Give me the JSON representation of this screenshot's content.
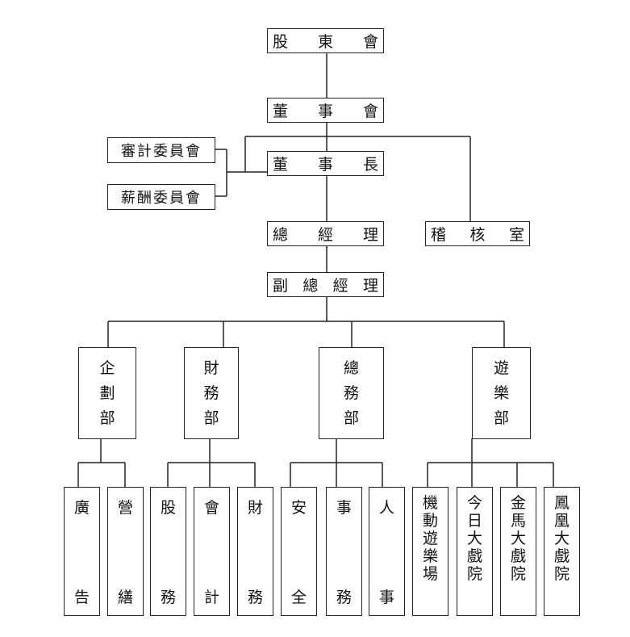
{
  "org": {
    "shareholders": [
      "股",
      "東",
      "會"
    ],
    "board": [
      "董",
      "事",
      "會"
    ],
    "audit_committee": "審計委員會",
    "remuneration_committee": "薪酬委員會",
    "chairman": [
      "董",
      "事",
      "長"
    ],
    "general_manager": [
      "總",
      "經",
      "理"
    ],
    "audit_office": [
      "稽",
      "核",
      "室"
    ],
    "deputy_gm": [
      "副",
      "總",
      "經",
      "理"
    ],
    "departments": [
      {
        "name": [
          "企",
          "劃",
          "部"
        ],
        "units": [
          [
            "廣",
            "告"
          ],
          [
            "營",
            "繕"
          ]
        ]
      },
      {
        "name": [
          "財",
          "務",
          "部"
        ],
        "units": [
          [
            "股",
            "務"
          ],
          [
            "會",
            "計"
          ],
          [
            "財",
            "務"
          ]
        ]
      },
      {
        "name": [
          "總",
          "務",
          "部"
        ],
        "units": [
          [
            "安",
            "全"
          ],
          [
            "事",
            "務"
          ],
          [
            "人",
            "事"
          ]
        ]
      },
      {
        "name": [
          "遊",
          "樂",
          "部"
        ],
        "units": [
          [
            "機",
            "動",
            "遊",
            "樂",
            "場"
          ],
          [
            "今",
            "日",
            "大",
            "戲",
            "院"
          ],
          [
            "金",
            "馬",
            "大",
            "戲",
            "院"
          ],
          [
            "鳳",
            "凰",
            "大",
            "戲",
            "院"
          ]
        ]
      }
    ]
  }
}
